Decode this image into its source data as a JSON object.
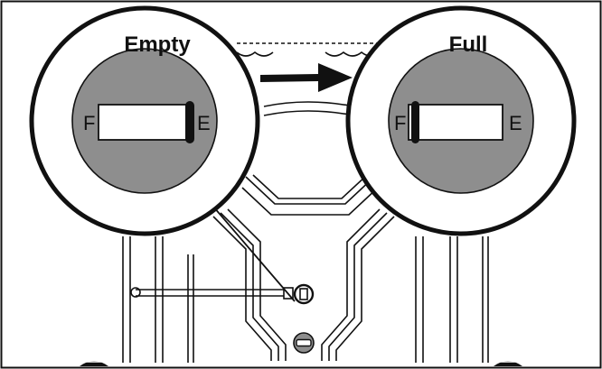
{
  "callouts": {
    "empty": {
      "title": "Empty",
      "letter_left": "F",
      "letter_right": "E",
      "level": 0
    },
    "full": {
      "title": "Full",
      "letter_left": "F",
      "letter_right": "E",
      "level": 1
    }
  },
  "icons": {
    "arrow": "right-arrow-icon",
    "gauge": "fuel-gauge-icon",
    "cap": "fuel-cap-icon"
  },
  "colors": {
    "gauge_face": "#8e8e8e",
    "ink": "#111111",
    "window": "#ffffff"
  }
}
